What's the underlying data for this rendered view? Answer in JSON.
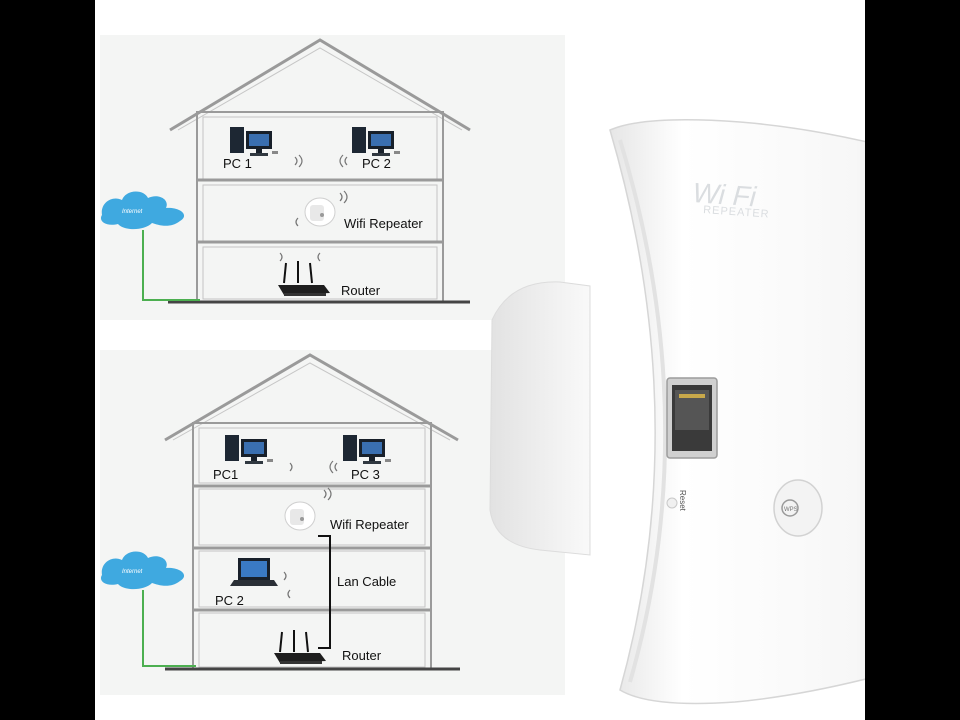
{
  "diagram_top": {
    "cloud_label": "Internet",
    "pc_a": "PC 1",
    "pc_b": "PC 2",
    "repeater": "Wifi Repeater",
    "router": "Router"
  },
  "diagram_bottom": {
    "cloud_label": "Internet",
    "pc_a": "PC1",
    "pc_b": "PC 3",
    "repeater": "Wifi Repeater",
    "lan": "Lan Cable",
    "pc_laptop": "PC 2",
    "router": "Router"
  },
  "device": {
    "brand": "Wi Fi",
    "sub": "REPEATER",
    "reset": "Reset",
    "wps_label": "WPS",
    "indicators": [
      "power-icon",
      "wifi-icon",
      "lan-icon",
      "wps-icon"
    ]
  },
  "colors": {
    "cloud": "#3fa9e0",
    "ground_line": "#4caf50",
    "house_line": "#9a9a9a",
    "device_body": "#f6f6f6"
  }
}
